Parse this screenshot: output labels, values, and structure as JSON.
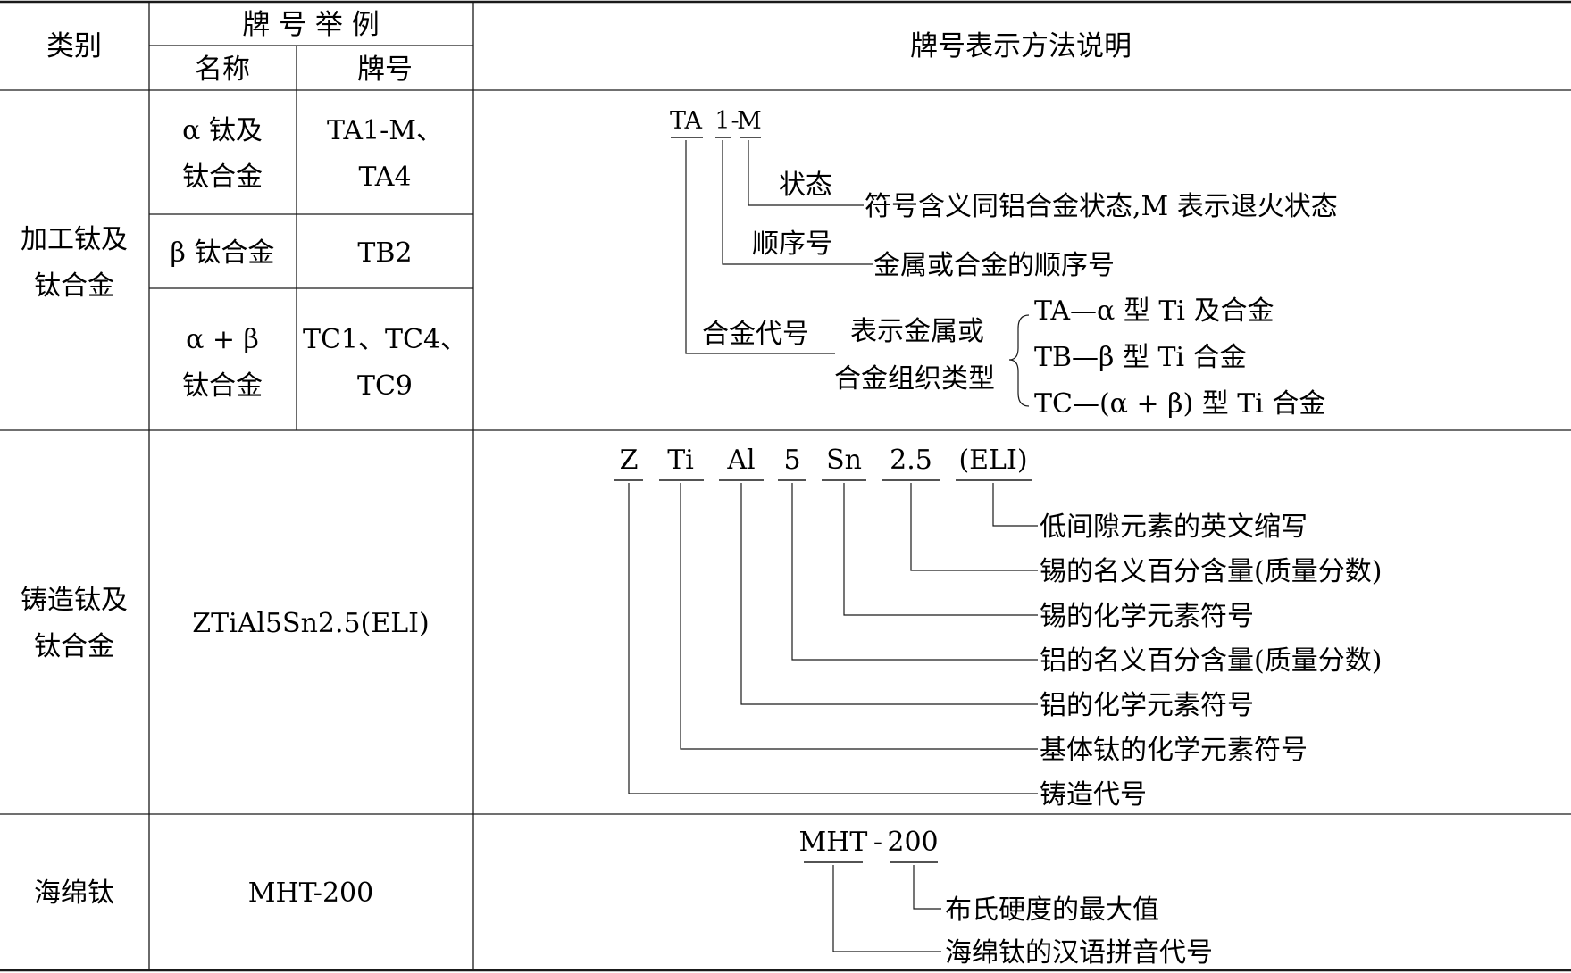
{
  "header": {
    "category": "类别",
    "grade_example": "牌 号 举 例",
    "name": "名称",
    "grade": "牌号",
    "method": "牌号表示方法说明"
  },
  "wrought": {
    "category": [
      "加工钛及",
      "钛合金"
    ],
    "rows": [
      {
        "name": [
          "α 钛及",
          "钛合金"
        ],
        "grade": [
          "TA1-M、",
          "TA4"
        ]
      },
      {
        "name": [
          "β 钛合金"
        ],
        "grade": [
          "TB2"
        ]
      },
      {
        "name": [
          "α + β",
          "钛合金"
        ],
        "grade": [
          "TC1、TC4、",
          "TC9"
        ]
      }
    ],
    "diagram": {
      "code_ta": "TA",
      "code_num": "1",
      "code_dash": "-",
      "code_state": "M",
      "state_label": "状态",
      "state_desc": "符号含义同铝合金状态,M 表示退火状态",
      "seq_label": "顺序号",
      "seq_desc": "金属或合金的顺序号",
      "alloy_label": "合金代号",
      "alloy_desc_1": "表示金属或",
      "alloy_desc_2": "合金组织类型",
      "types": [
        "TA—α 型 Ti 及合金",
        "TB—β 型 Ti 合金",
        "TC—(α + β) 型 Ti 合金"
      ]
    }
  },
  "cast": {
    "category": [
      "铸造钛及",
      "钛合金"
    ],
    "grade": "ZTiAl5Sn2.5(ELI)",
    "diagram": {
      "codes": [
        "Z",
        "Ti",
        "Al",
        "5",
        "Sn",
        "2.5",
        "(ELI)"
      ],
      "labels": [
        "低间隙元素的英文缩写",
        "锡的名义百分含量(质量分数)",
        "锡的化学元素符号",
        "铝的名义百分含量(质量分数)",
        "铝的化学元素符号",
        "基体钛的化学元素符号",
        "铸造代号"
      ]
    }
  },
  "sponge": {
    "category": "海绵钛",
    "grade": "MHT-200",
    "diagram": {
      "code_mht": "MHT",
      "code_dash": "-",
      "code_num": "200",
      "labels": [
        "布氏硬度的最大值",
        "海绵钛的汉语拼音代号"
      ]
    }
  }
}
